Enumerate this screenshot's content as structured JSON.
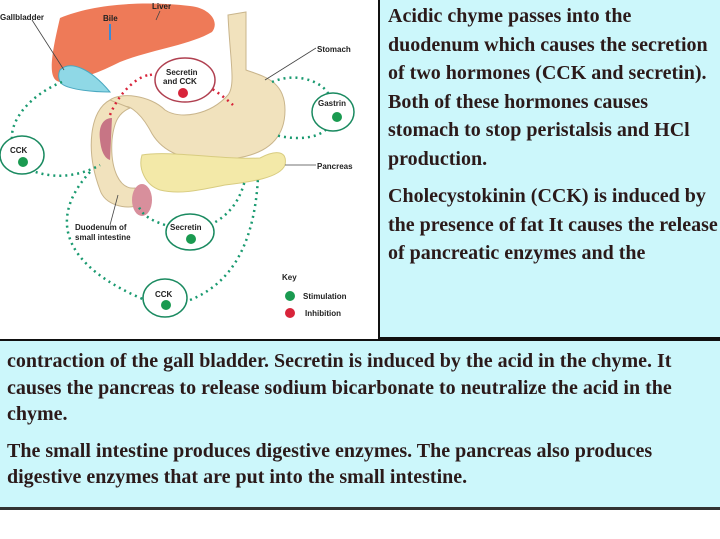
{
  "diagram": {
    "labels": {
      "liver": "Liver",
      "gallbladder": "Gallbladder",
      "bile": "Bile",
      "stomach": "Stomach",
      "pancreas": "Pancreas",
      "duodenum_line1": "Duodenum of",
      "duodenum_line2": "small intestine",
      "secretin_cck_line1": "Secretin",
      "secretin_cck_line2": "and CCK",
      "gastrin": "Gastrin",
      "cck_left": "CCK",
      "secretin": "Secretin",
      "cck_bottom": "CCK"
    },
    "key": {
      "title": "Key",
      "stimulation": "Stimulation",
      "inhibition": "Inhibition"
    },
    "colors": {
      "stimulation": "#1a9a50",
      "inhibition": "#d8243a",
      "liver": "#ee7a58",
      "stomach": "#f1e2bd",
      "pancreas": "#f3e9a8"
    }
  },
  "right_box": {
    "paragraph1": "Acidic chyme passes into the duodenum which causes the secretion of two hormones (CCK and secretin).  Both of these hormones causes stomach to stop peristalsis and HCl production.",
    "paragraph2": "Cholecystokinin (CCK) is induced by the presence of fat It causes the release of pancreatic enzymes and the"
  },
  "bottom_box": {
    "paragraph1": "contraction of the gall bladder.  Secretin is induced by the acid in the chyme.  It causes the pancreas to release sodium bicarbonate to neutralize the acid in the chyme.",
    "paragraph2": "The small intestine produces digestive enzymes.  The pancreas also produces digestive enzymes that are put into the small intestine."
  }
}
